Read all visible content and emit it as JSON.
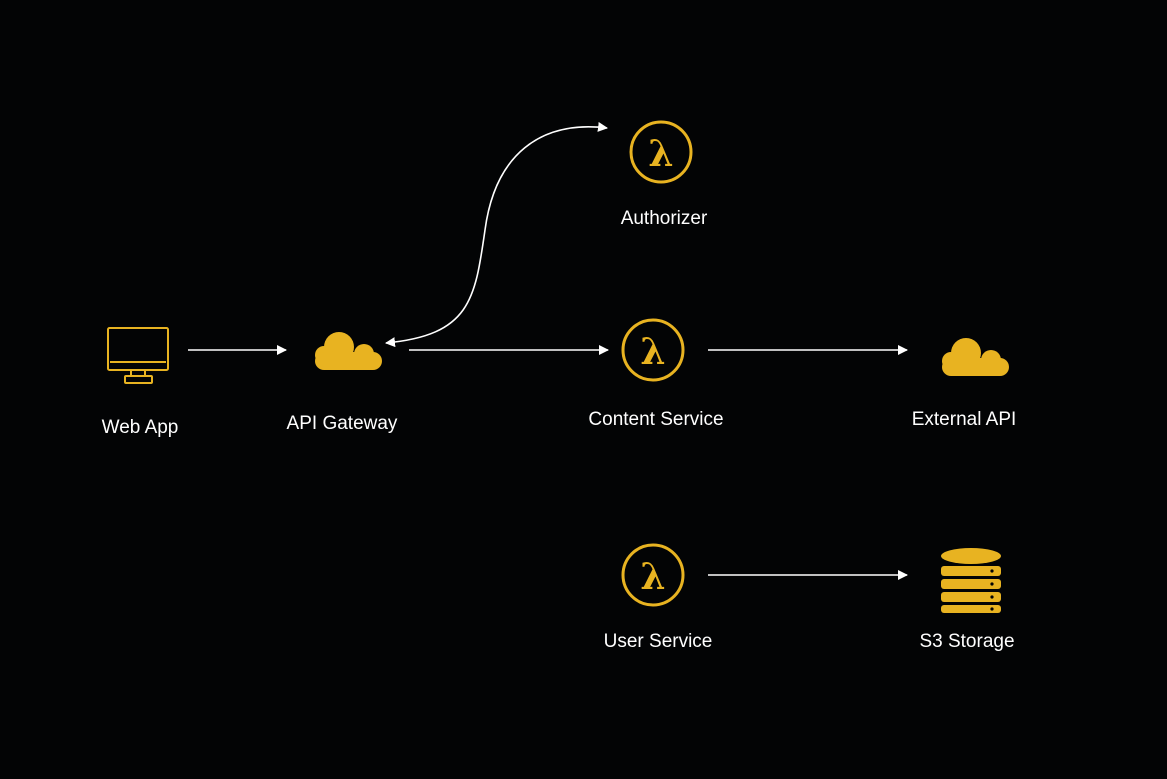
{
  "colors": {
    "background": "#030405",
    "accent": "#e8b321",
    "connector": "#ffffff",
    "label": "#ffffff"
  },
  "nodes": {
    "web_app": {
      "label": "Web App",
      "icon": "monitor-icon"
    },
    "api_gateway": {
      "label": "API Gateway",
      "icon": "cloud-icon"
    },
    "authorizer": {
      "label": "Authorizer",
      "icon": "lambda-icon",
      "glyph": "λ"
    },
    "content_service": {
      "label": "Content Service",
      "icon": "lambda-icon",
      "glyph": "λ"
    },
    "external_api": {
      "label": "External API",
      "icon": "cloud-icon"
    },
    "user_service": {
      "label": "User Service",
      "icon": "lambda-icon",
      "glyph": "λ"
    },
    "s3_storage": {
      "label": "S3 Storage",
      "icon": "database-icon"
    }
  },
  "edges": [
    {
      "from": "web_app",
      "to": "api_gateway",
      "direction": "forward"
    },
    {
      "from": "api_gateway",
      "to": "authorizer",
      "direction": "both"
    },
    {
      "from": "api_gateway",
      "to": "content_service",
      "direction": "forward"
    },
    {
      "from": "content_service",
      "to": "external_api",
      "direction": "forward"
    },
    {
      "from": "user_service",
      "to": "s3_storage",
      "direction": "forward"
    }
  ]
}
